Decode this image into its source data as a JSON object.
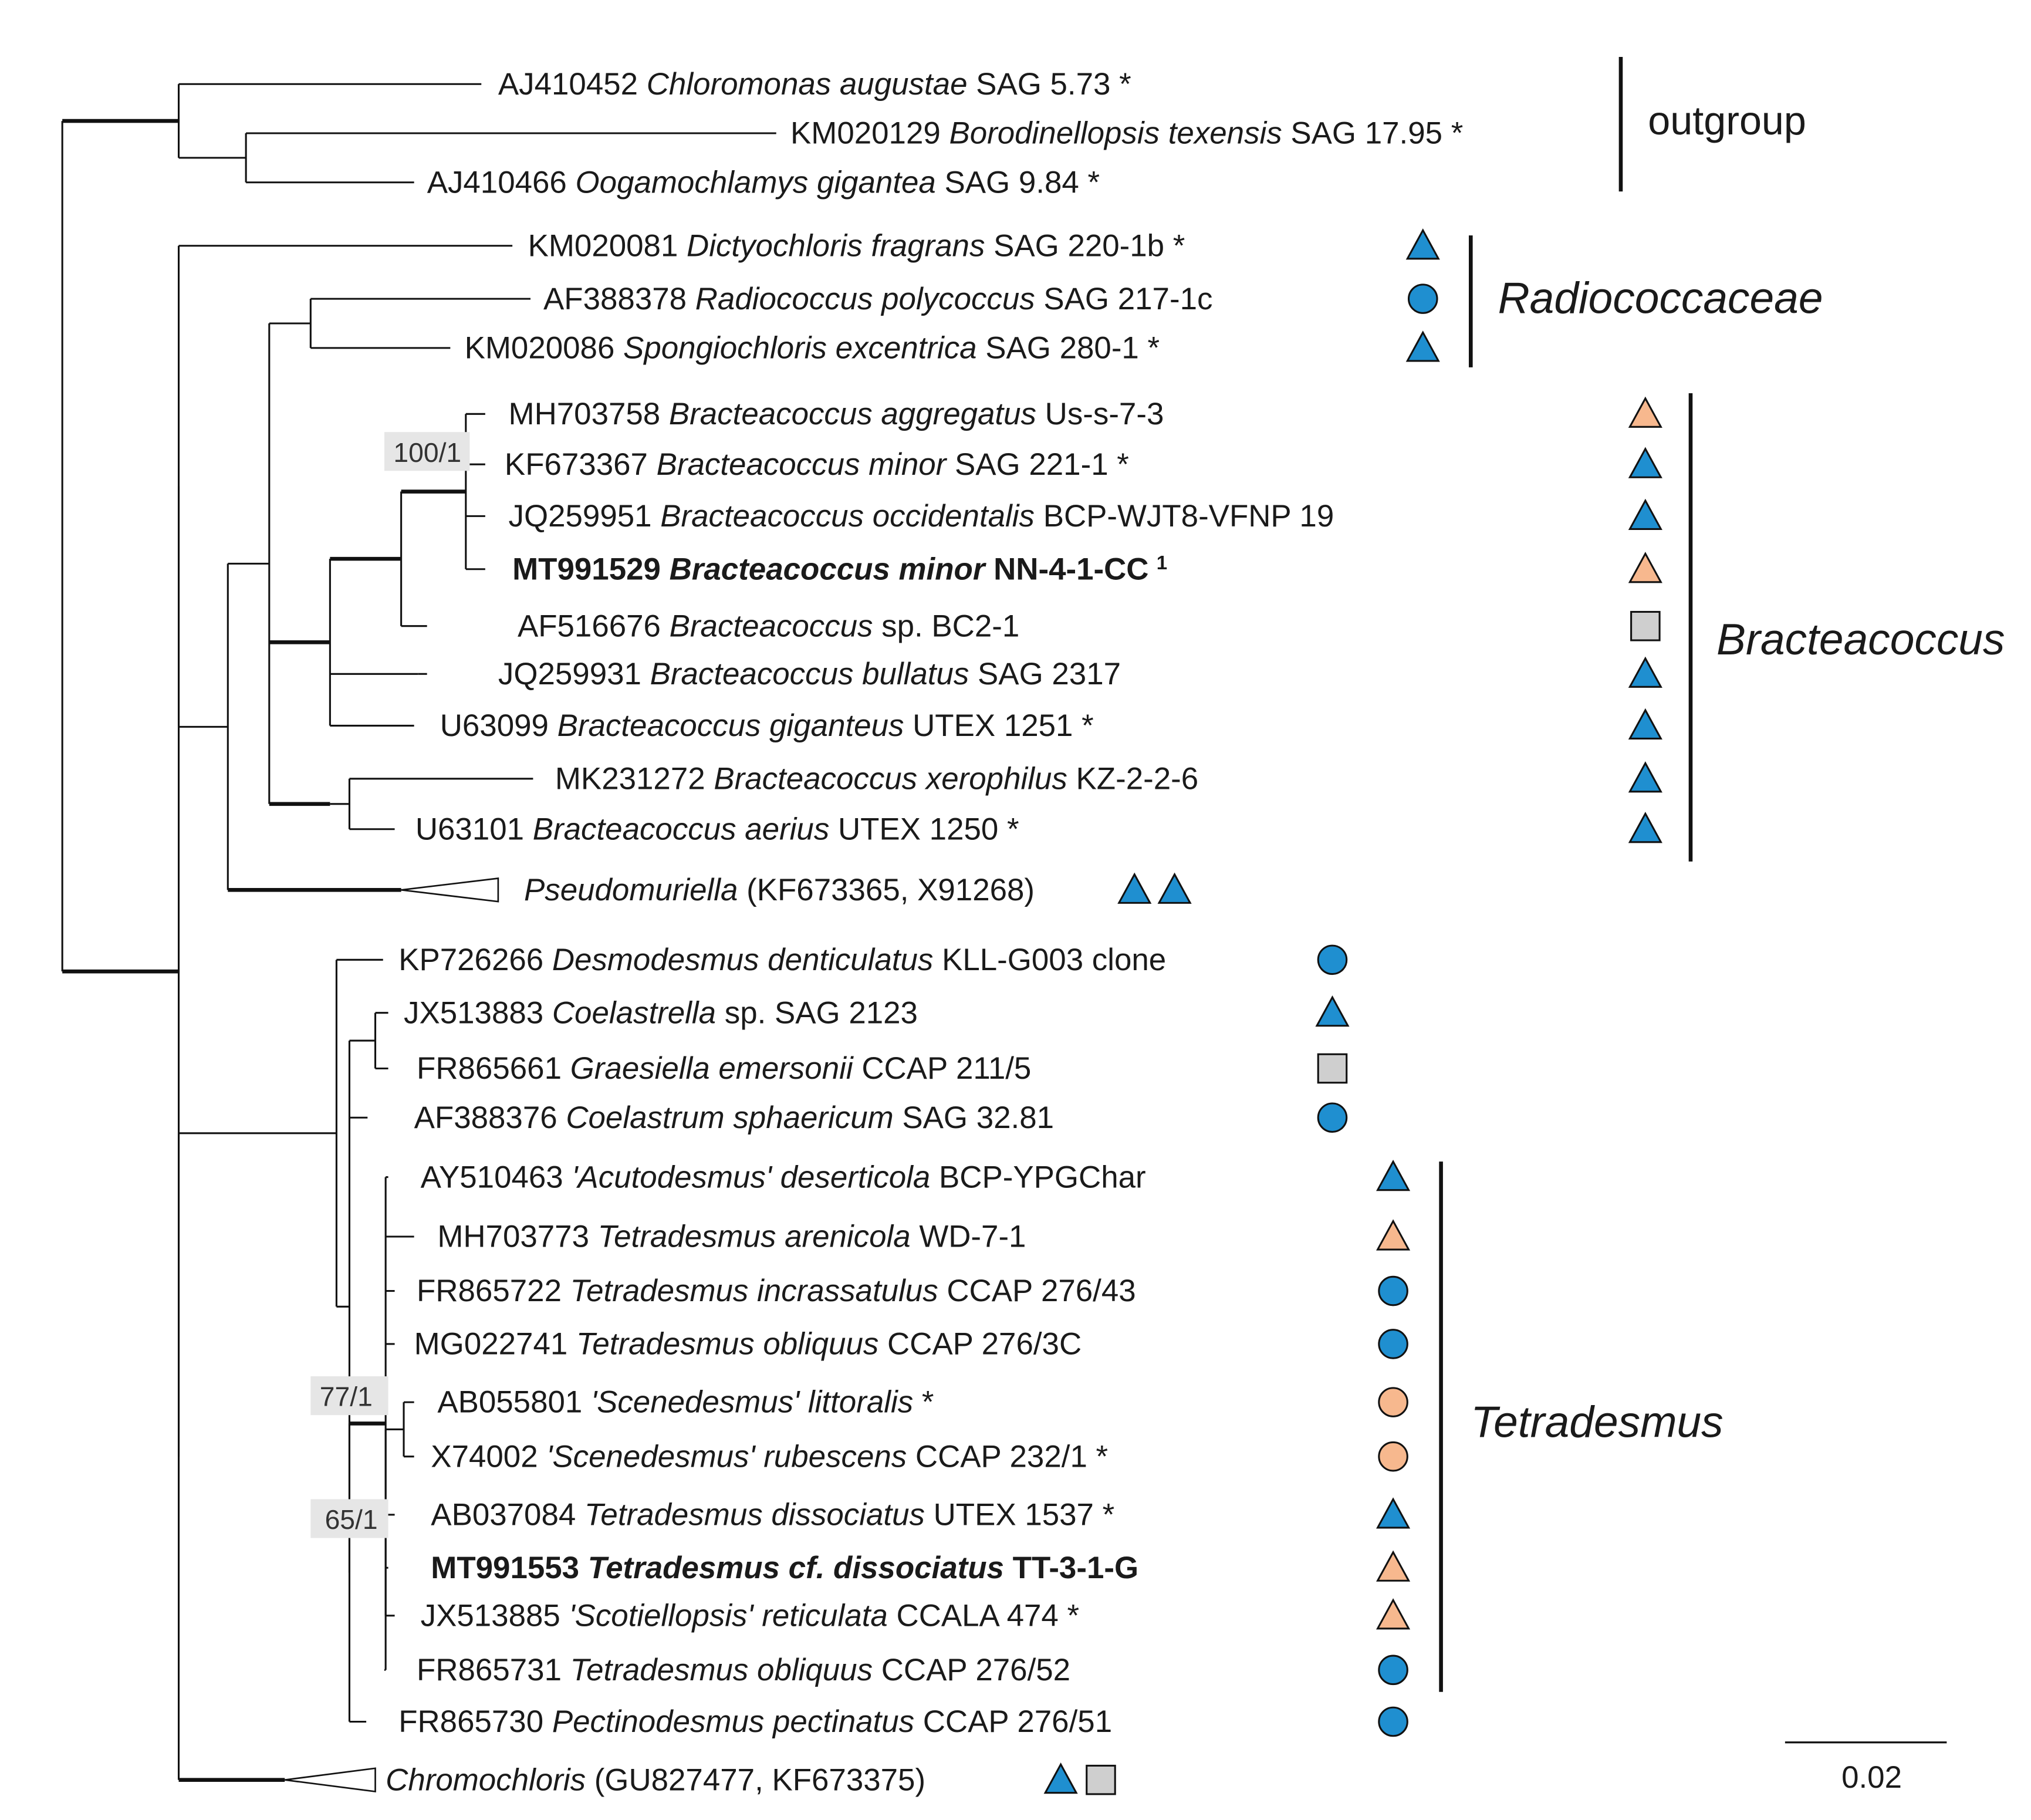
{
  "colors": {
    "blue": "#1f8fd0",
    "orange": "#f7b88e",
    "gray": "#cfcfcf",
    "line": "#111111",
    "bootbg": "#e6e6e6"
  },
  "taxa": [
    {
      "id": "t1",
      "acc": "AJ410452",
      "name": "Chloromonas augustae",
      "strain": "SAG 5.73 *",
      "bold": false,
      "markers": []
    },
    {
      "id": "t2",
      "acc": "KM020129",
      "name": "Borodinellopsis texensis",
      "strain": "SAG 17.95 *",
      "bold": false,
      "markers": []
    },
    {
      "id": "t3",
      "acc": "AJ410466",
      "name": "Oogamochlamys gigantea",
      "strain": "SAG 9.84 *",
      "bold": false,
      "markers": []
    },
    {
      "id": "t4",
      "acc": "KM020081",
      "name": "Dictyochloris fragrans",
      "strain": "SAG 220-1b *",
      "bold": false,
      "markers": [
        "blue-triangle"
      ]
    },
    {
      "id": "t5",
      "acc": "AF388378",
      "name": "Radiococcus polycoccus",
      "strain": "SAG 217-1c",
      "bold": false,
      "markers": [
        "blue-circle"
      ]
    },
    {
      "id": "t6",
      "acc": "KM020086",
      "name": "Spongiochloris excentrica",
      "strain": "SAG 280-1 *",
      "bold": false,
      "markers": [
        "blue-triangle"
      ]
    },
    {
      "id": "t7",
      "acc": "MH703758",
      "name": "Bracteacoccus aggregatus",
      "strain": "Us-s-7-3",
      "bold": false,
      "markers": [
        "orange-triangle"
      ]
    },
    {
      "id": "t8",
      "acc": "KF673367",
      "name": "Bracteacoccus minor",
      "strain": "SAG 221-1 *",
      "bold": false,
      "markers": [
        "blue-triangle"
      ]
    },
    {
      "id": "t9",
      "acc": "JQ259951",
      "name": "Bracteacoccus occidentalis",
      "strain": "BCP-WJT8-VFNP 19",
      "bold": false,
      "markers": [
        "blue-triangle"
      ]
    },
    {
      "id": "t10",
      "acc": "MT991529",
      "name": "Bracteacoccus minor",
      "strain": "NN-4-1-CC",
      "sup": "1",
      "bold": true,
      "markers": [
        "orange-triangle"
      ]
    },
    {
      "id": "t11",
      "acc": "AF516676",
      "name": "Bracteacoccus",
      "strain": "sp. BC2-1",
      "bold": false,
      "markers": [
        "gray-square"
      ]
    },
    {
      "id": "t12",
      "acc": "JQ259931",
      "name": "Bracteacoccus bullatus",
      "strain": "SAG 2317",
      "bold": false,
      "markers": [
        "blue-triangle"
      ]
    },
    {
      "id": "t13",
      "acc": "U63099",
      "name": "Bracteacoccus giganteus",
      "strain": "UTEX 1251 *",
      "bold": false,
      "markers": [
        "blue-triangle"
      ]
    },
    {
      "id": "t14",
      "acc": "MK231272",
      "name": "Bracteacoccus xerophilus",
      "strain": "KZ-2-2-6",
      "bold": false,
      "markers": [
        "blue-triangle"
      ]
    },
    {
      "id": "t15",
      "acc": "U63101",
      "name": "Bracteacoccus aerius",
      "strain": "UTEX 1250 *",
      "bold": false,
      "markers": [
        "blue-triangle"
      ]
    },
    {
      "id": "t16",
      "acc": "",
      "name": "Pseudomuriella",
      "strain": "(KF673365, X91268)",
      "bold": false,
      "collapsed": true,
      "markers": [
        "blue-triangle",
        "blue-triangle"
      ]
    },
    {
      "id": "t17",
      "acc": "KP726266",
      "name": "Desmodesmus denticulatus",
      "strain": "KLL-G003 clone",
      "bold": false,
      "markers": [
        "blue-circle"
      ]
    },
    {
      "id": "t18",
      "acc": "JX513883",
      "name": "Coelastrella",
      "strain": "sp. SAG 2123",
      "bold": false,
      "markers": [
        "blue-triangle"
      ]
    },
    {
      "id": "t19",
      "acc": "FR865661",
      "name": "Graesiella emersonii",
      "strain": "CCAP 211/5",
      "bold": false,
      "markers": [
        "gray-square"
      ]
    },
    {
      "id": "t20",
      "acc": "AF388376",
      "name": "Coelastrum sphaericum",
      "strain": "SAG 32.81",
      "bold": false,
      "markers": [
        "blue-circle"
      ]
    },
    {
      "id": "t21",
      "acc": "AY510463",
      "name": "'Acutodesmus' deserticola",
      "strain": "BCP-YPGChar",
      "bold": false,
      "markers": [
        "blue-triangle"
      ]
    },
    {
      "id": "t22",
      "acc": "MH703773",
      "name": "Tetradesmus arenicola",
      "strain": "WD-7-1",
      "bold": false,
      "markers": [
        "orange-triangle"
      ]
    },
    {
      "id": "t23",
      "acc": "FR865722",
      "name": "Tetradesmus incrassatulus",
      "strain": "CCAP 276/43",
      "bold": false,
      "markers": [
        "blue-circle"
      ]
    },
    {
      "id": "t24",
      "acc": "MG022741",
      "name": "Tetradesmus obliquus",
      "strain": "CCAP 276/3C",
      "bold": false,
      "markers": [
        "blue-circle"
      ]
    },
    {
      "id": "t25",
      "acc": "AB055801",
      "name": "'Scenedesmus' littoralis",
      "strain": "*",
      "bold": false,
      "markers": [
        "orange-circle"
      ]
    },
    {
      "id": "t26",
      "acc": "X74002",
      "name": "'Scenedesmus' rubescens",
      "strain": "CCAP 232/1 *",
      "bold": false,
      "markers": [
        "orange-circle"
      ]
    },
    {
      "id": "t27",
      "acc": "AB037084",
      "name": "Tetradesmus dissociatus",
      "strain": "UTEX 1537 *",
      "bold": false,
      "markers": [
        "blue-triangle"
      ]
    },
    {
      "id": "t28",
      "acc": "MT991553",
      "name": "Tetradesmus cf. dissociatus",
      "strain": "TT-3-1-G",
      "bold": true,
      "markers": [
        "orange-triangle"
      ]
    },
    {
      "id": "t29",
      "acc": "JX513885",
      "name": "'Scotiellopsis' reticulata",
      "strain": "CCALA 474 *",
      "bold": false,
      "markers": [
        "orange-triangle"
      ]
    },
    {
      "id": "t30",
      "acc": "FR865731",
      "name": "Tetradesmus obliquus",
      "strain": "CCAP 276/52",
      "bold": false,
      "markers": [
        "blue-circle"
      ]
    },
    {
      "id": "t31",
      "acc": "FR865730",
      "name": "Pectinodesmus pectinatus",
      "strain": "CCAP 276/51",
      "bold": false,
      "markers": [
        "blue-circle"
      ]
    },
    {
      "id": "t32",
      "acc": "",
      "name": "Chromochloris",
      "strain": "(GU827477, KF673375)",
      "bold": false,
      "collapsed": true,
      "markers": [
        "blue-triangle",
        "gray-square"
      ]
    }
  ],
  "groups": [
    {
      "label": "outgroup",
      "italic": false
    },
    {
      "label": "Radiococcaceae",
      "italic": true
    },
    {
      "label": "Bracteacoccus",
      "italic": true
    },
    {
      "label": "Tetradesmus",
      "italic": true
    }
  ],
  "bootstraps": [
    "100/1",
    "77/1",
    "65/1"
  ],
  "scale": {
    "label": "0.02"
  }
}
